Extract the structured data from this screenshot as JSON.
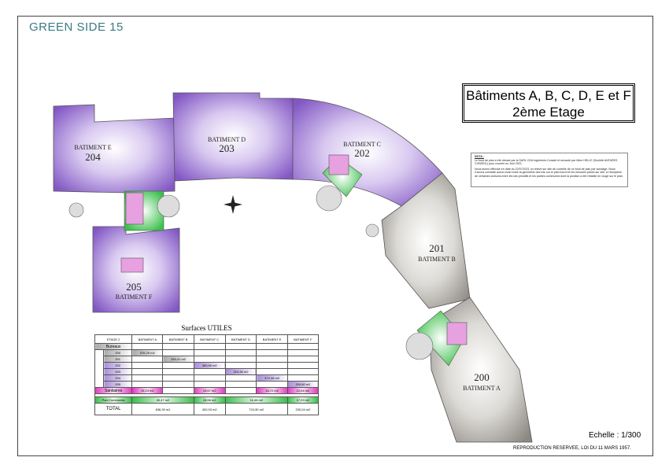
{
  "brand": "GREEN SIDE 15",
  "title": {
    "line1": "Bâtiments A, B, C, D, E et F",
    "line2": "2ème Etage"
  },
  "notes": {
    "heading": "NOTA :",
    "p1": "Le fond de plan a été dressé par la SARL CDA Ingénierie-Conseil et remanié par Mme HELLE (Société ANTARES CONSEIL) pour courrier en Juin 2021.",
    "p2": "Nous avons effectué en date du 22/07/2021 un relevé sur site de contrôle de ce fond de plan par sondage. Nous n'avons constaté aucun écart entre la géométrie des lots sur le plan fourni et les mesures prises sur site, à l'exception de certaines cloisons entre les lots privatifs et les parties communes dont la position a été rétablie en rouge sur le plan."
  },
  "buildings": [
    {
      "name": "BATIMENT E",
      "number": "204"
    },
    {
      "name": "BATIMENT D",
      "number": "203"
    },
    {
      "name": "BATIMENT C",
      "number": "202"
    },
    {
      "name": "BATIMENT B",
      "number": "201"
    },
    {
      "name": "BATIMENT A",
      "number": "200"
    },
    {
      "name": "BATIMENT F",
      "number": "205"
    }
  ],
  "table": {
    "title": "Surfaces UTILES",
    "headers": [
      "ETAGE 2",
      "BATIMENT A",
      "BATIMENT B",
      "BATIMENT C",
      "BATIMENT D",
      "BATIMENT E",
      "BATIMENT F"
    ],
    "bureaux_label": "Bureaux",
    "rows": [
      {
        "lot": "200",
        "values": [
          "576,29 m2",
          "",
          "",
          "",
          "",
          ""
        ]
      },
      {
        "lot": "201",
        "values": [
          "",
          "283,41 m2",
          "",
          "",
          "",
          ""
        ]
      },
      {
        "lot": "202",
        "values": [
          "",
          "",
          "383,80 m2",
          "",
          "",
          ""
        ]
      },
      {
        "lot": "203",
        "values": [
          "",
          "",
          "",
          "315,56 m2",
          "",
          ""
        ]
      },
      {
        "lot": "204",
        "values": [
          "",
          "",
          "",
          "",
          "372,26 m2",
          ""
        ]
      },
      {
        "lot": "205",
        "values": [
          "",
          "",
          "",
          "",
          "",
          "200,80 m2"
        ]
      }
    ],
    "sanitaires": {
      "label": "Sanitaires",
      "values": [
        "19,23 m2",
        "",
        "19,67 m2",
        "",
        "16,72 m2",
        "12,04 m2"
      ]
    },
    "communes": {
      "label": "Part.Communes",
      "ab": "40,47 m2",
      "c": "28,56 m2",
      "de": "16,46 m2",
      "f": "17,29 m2"
    },
    "total": {
      "label": "TOTAL",
      "ab": "636,30 m2",
      "c": "402,03 m2",
      "de": "724,30 m2",
      "f": "230,04 m2"
    }
  },
  "scale": "Echelle : 1/300",
  "reproduction": "REPRODUCTION RESERVEE, LOI DU 11 MARS 1957."
}
